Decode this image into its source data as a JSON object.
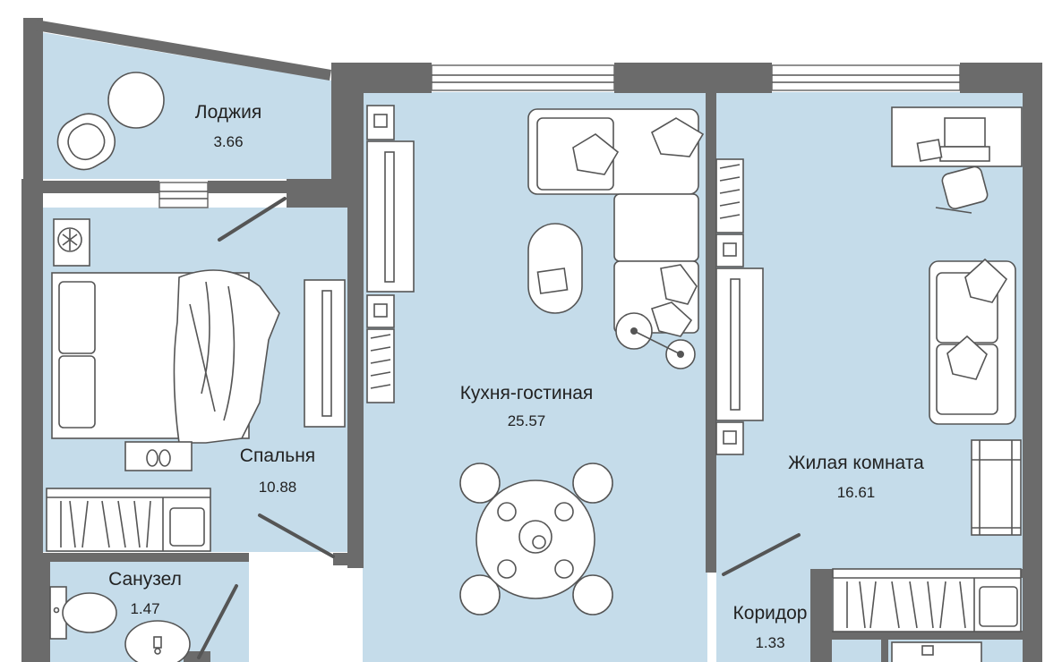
{
  "rooms": {
    "loggia": {
      "name": "Лоджия",
      "area": "3.66"
    },
    "kitchen": {
      "name": "Кухня-гостиная",
      "area": "25.57"
    },
    "bedroom": {
      "name": "Спальня",
      "area": "10.88"
    },
    "living": {
      "name": "Жилая комната",
      "area": "16.61"
    },
    "bathroom": {
      "name": "Санузел",
      "area": "1.47"
    },
    "corridor": {
      "name": "Коридор",
      "area": "1.33"
    }
  },
  "colors": {
    "floor": "#c5dcea",
    "wall": "#6b6b6b",
    "furniture_stroke": "#555555",
    "text": "#222222"
  },
  "icons": [
    "armchair-icon",
    "sofa-icon",
    "bed-icon",
    "tv-icon",
    "bookshelf-icon",
    "dining-table-icon",
    "toilet-icon",
    "sink-icon",
    "wardrobe-icon",
    "desk-icon",
    "laptop-icon",
    "washing-machine-icon"
  ]
}
